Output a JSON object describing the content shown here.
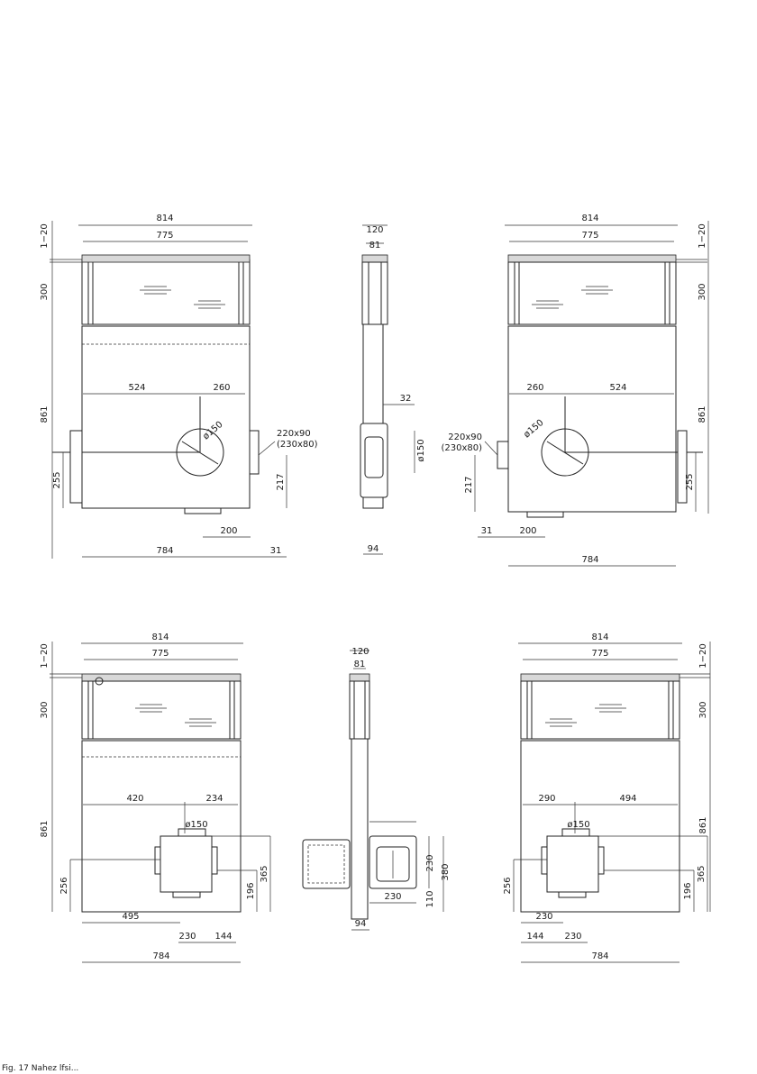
{
  "labels": {
    "tl_814": "814",
    "tl_775": "775",
    "tl_120": "1−20",
    "tl_300": "300",
    "tl_861": "861",
    "tl_524": "524",
    "tl_260": "260",
    "tl_d150": "ø150",
    "tl_220x90": "220x90",
    "tl_230x80": "(230x80)",
    "tl_255": "255",
    "tl_217": "217",
    "tl_200": "200",
    "tl_784": "784",
    "tl_31": "31",
    "tm_120": "120",
    "tm_81": "81",
    "tm_32": "32",
    "tm_d150": "ø150",
    "tm_94": "94",
    "tr_814": "814",
    "tr_775": "775",
    "tr_120": "1−20",
    "tr_300": "300",
    "tr_861": "861",
    "tr_260": "260",
    "tr_524": "524",
    "tr_d150": "ø150",
    "tr_220x90": "220x90",
    "tr_230x80": "(230x80)",
    "tr_217": "217",
    "tr_255": "255",
    "tr_31": "31",
    "tr_200": "200",
    "tr_784": "784",
    "bl_814": "814",
    "bl_775": "775",
    "bl_120": "1−20",
    "bl_300": "300",
    "bl_861": "861",
    "bl_420": "420",
    "bl_234": "234",
    "bl_d150": "ø150",
    "bl_256": "256",
    "bl_196": "196",
    "bl_365": "365",
    "bl_495": "495",
    "bl_230": "230",
    "bl_144": "144",
    "bl_784": "784",
    "bm_120": "120",
    "bm_81": "81",
    "bm_230v": "230",
    "bm_380": "380",
    "bm_110": "110",
    "bm_230h": "230",
    "bm_94": "94",
    "br_814": "814",
    "br_775": "775",
    "br_120": "1−20",
    "br_300": "300",
    "br_861": "861",
    "br_290": "290",
    "br_494": "494",
    "br_d150": "ø150",
    "br_256": "256",
    "br_196": "196",
    "br_365": "365",
    "br_230": "230",
    "br_144": "144",
    "br_230b": "230",
    "br_784": "784"
  },
  "caption": "Fig. 17   Nahez lfsi..."
}
